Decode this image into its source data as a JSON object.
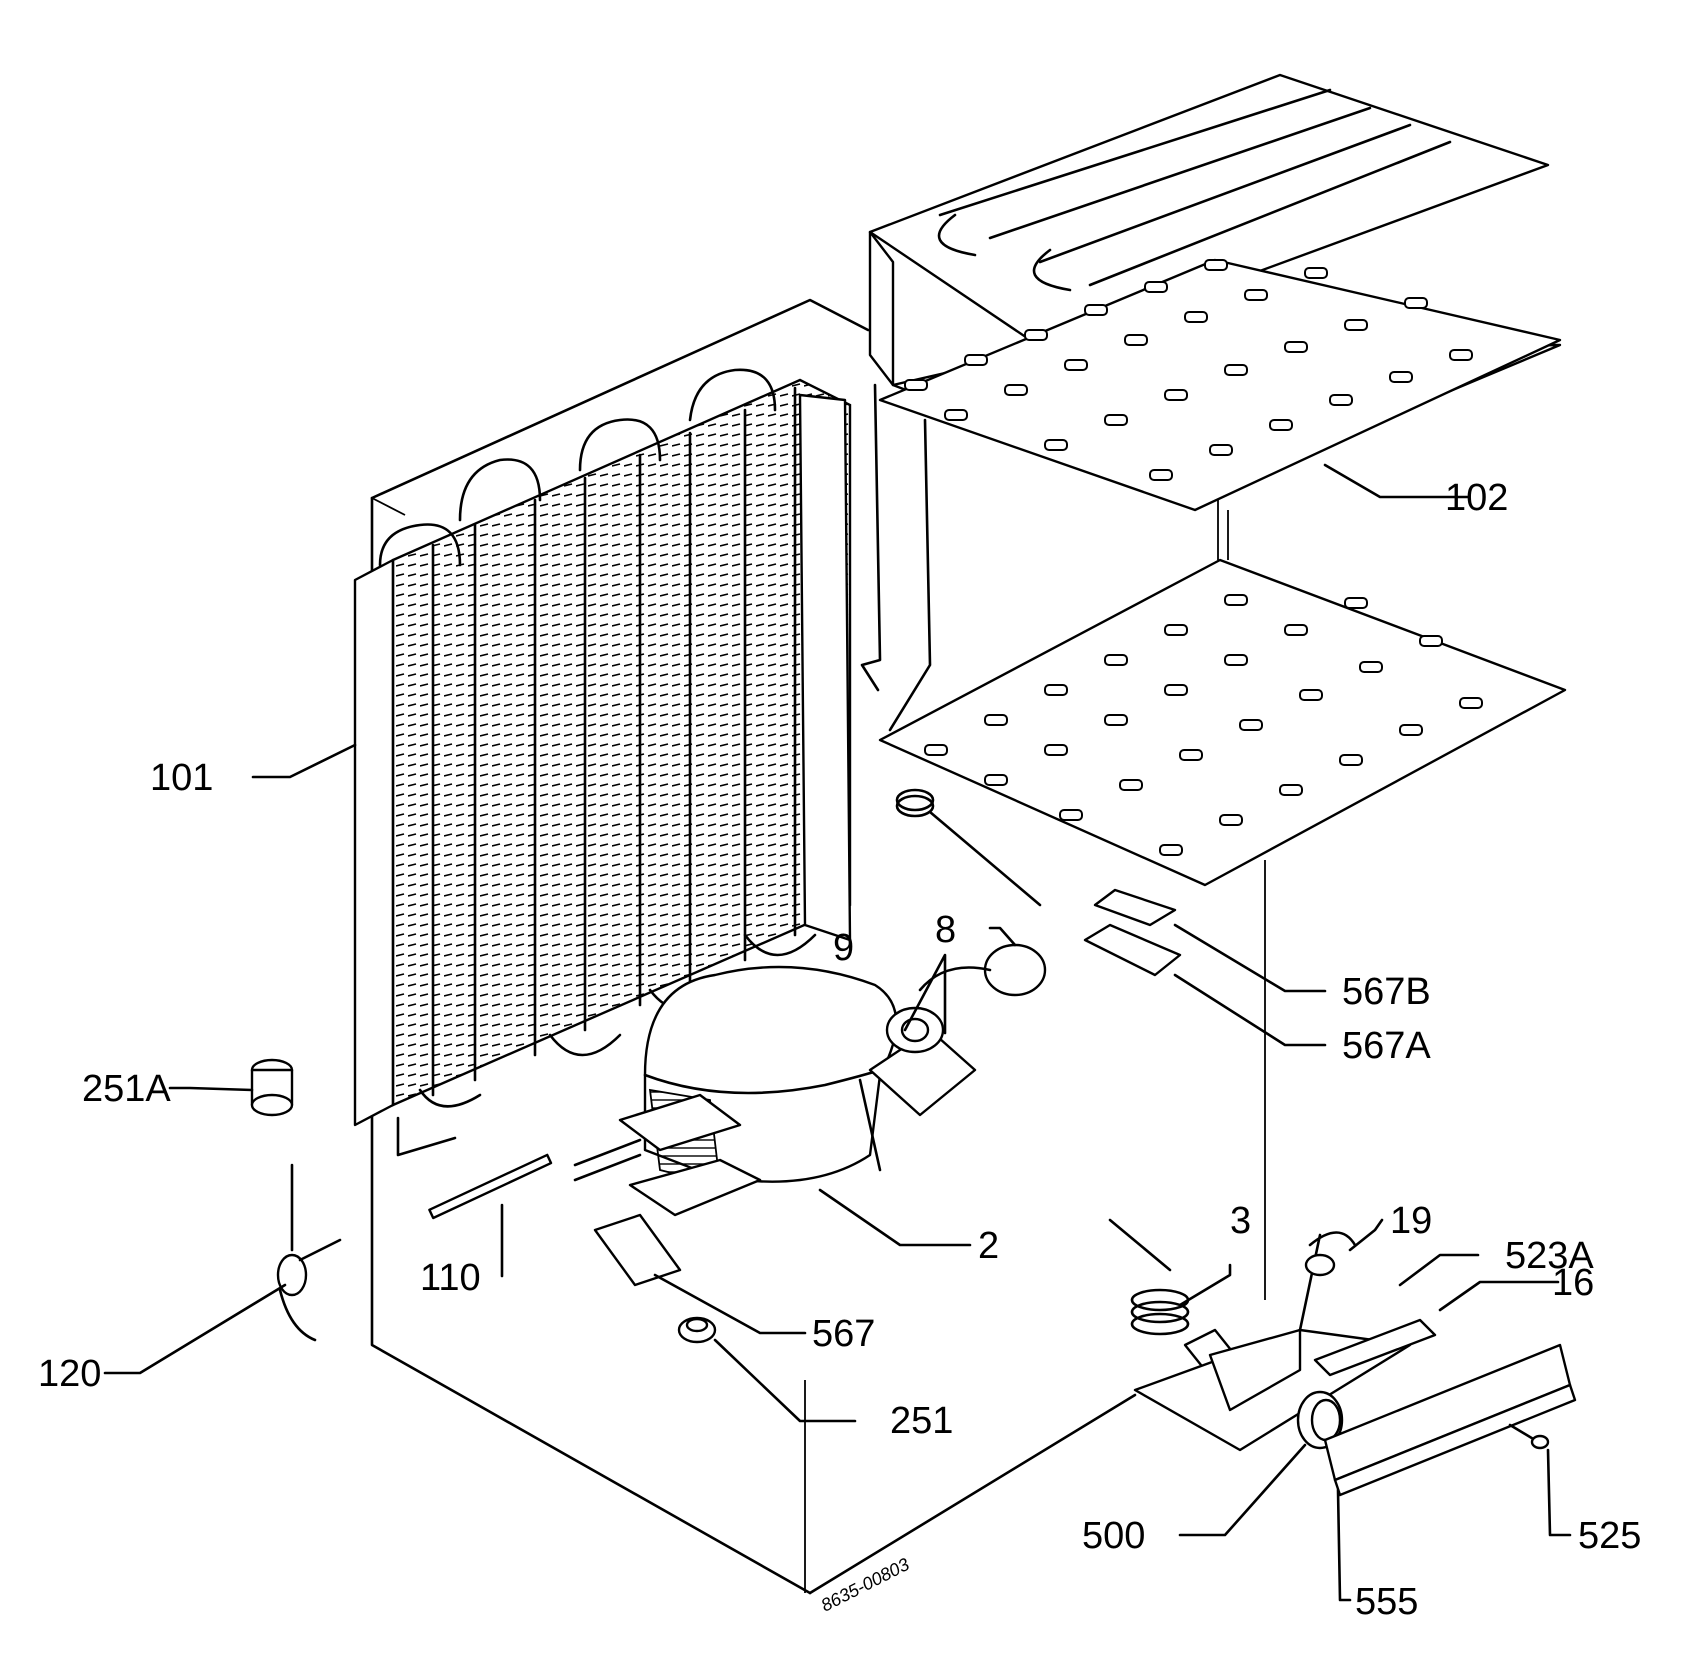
{
  "labels": {
    "l101": "101",
    "l102": "102",
    "l110": "110",
    "l120": "120",
    "l2": "2",
    "l3": "3",
    "l8": "8",
    "l9": "9",
    "l16": "16",
    "l19": "19",
    "l251": "251",
    "l251a": "251A",
    "l500": "500",
    "l523a": "523A",
    "l525": "525",
    "l555": "555",
    "l567": "567",
    "l567a": "567A",
    "l567b": "567B"
  },
  "drawing_code": "8635-00803"
}
